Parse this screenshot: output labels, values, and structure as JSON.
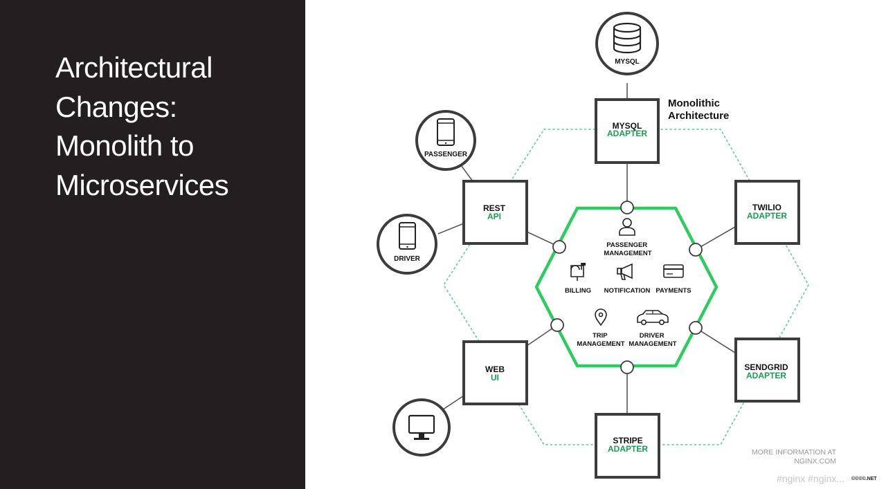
{
  "slide": {
    "title_lines": [
      "Architectural",
      "Changes:",
      "Monolith to",
      "Microservices"
    ]
  },
  "diagram": {
    "heading": [
      "Monolithic",
      "Architecture"
    ],
    "adapters": {
      "mysql": {
        "line1": "MYSQL",
        "line2": "ADAPTER"
      },
      "rest": {
        "line1": "REST",
        "line2": "API"
      },
      "twilio": {
        "line1": "TWILIO",
        "line2": "ADAPTER"
      },
      "web": {
        "line1": "WEB",
        "line2": "UI"
      },
      "sendgrid": {
        "line1": "SENDGRID",
        "line2": "ADAPTER"
      },
      "stripe": {
        "line1": "STRIPE",
        "line2": "ADAPTER"
      }
    },
    "clients": {
      "mysql": "MYSQL",
      "passenger": "PASSENGER",
      "driver": "DRIVER"
    },
    "modules": {
      "passenger_management": [
        "PASSENGER",
        "MANAGEMENT"
      ],
      "billing": "BILLING",
      "notification": "NOTIFICATION",
      "payments": "PAYMENTS",
      "trip_management": [
        "TRIP",
        "MANAGEMENT"
      ],
      "driver_management": [
        "DRIVER",
        "MANAGEMENT"
      ]
    }
  },
  "footer": {
    "more_info_line1": "MORE INFORMATION AT",
    "more_info_line2": "NGINX.COM",
    "hashtags": "#nginx  #nginx...",
    "watermark": "©©©©.NET"
  },
  "colors": {
    "panel_background": "#231f20",
    "accent_green": "#2ecc5e",
    "adapter_subtitle_green": "#1a9e52",
    "dotted_outline": "#6fcfa5",
    "border_dark": "#3c3c3c"
  },
  "icons": [
    "database-icon",
    "smartphone-icon",
    "monitor-icon",
    "user-icon",
    "mailbox-icon",
    "megaphone-icon",
    "credit-card-icon",
    "map-pin-icon",
    "car-icon"
  ]
}
